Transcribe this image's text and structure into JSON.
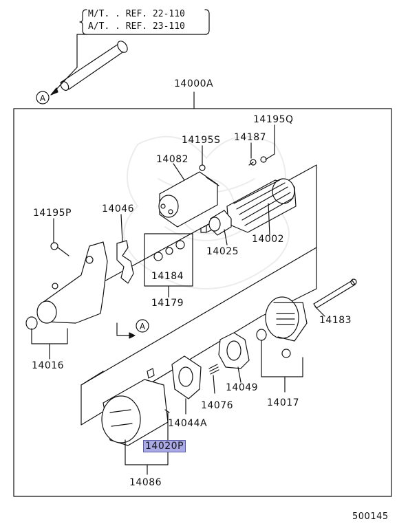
{
  "refs": {
    "mt": "M/T. . REF. 22-110",
    "at": "A/T. . REF. 23-110"
  },
  "callout_letter": "A",
  "highlight_color": "#a9a9e6",
  "parts": {
    "p14000A": "14000A",
    "p14195Q": "14195Q",
    "p14195S": "14195S",
    "p14187": "14187",
    "p14082": "14082",
    "p14195P": "14195P",
    "p14046": "14046",
    "p14002": "14002",
    "p14025": "14025",
    "p14184": "14184",
    "p14179": "14179",
    "p14183": "14183",
    "p14016": "14016",
    "p14049": "14049",
    "p14076": "14076",
    "p14017": "14017",
    "p14044A": "14044A",
    "p14020P": "14020P",
    "p14086": "14086"
  },
  "diagram_id": "500145"
}
